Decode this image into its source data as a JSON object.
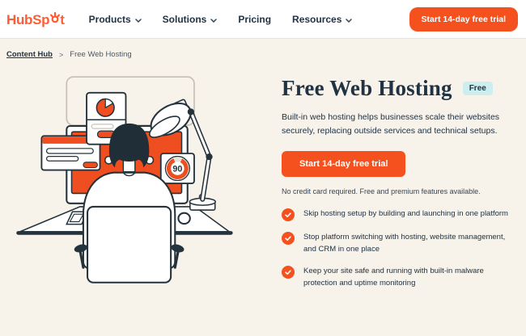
{
  "brand": {
    "name": "HubSpot",
    "logo_prefix": "HubSp",
    "logo_suffix": "t",
    "logo_color": "#ff5c35"
  },
  "nav": {
    "items": [
      {
        "label": "Products",
        "has_dropdown": true
      },
      {
        "label": "Solutions",
        "has_dropdown": true
      },
      {
        "label": "Pricing",
        "has_dropdown": false
      },
      {
        "label": "Resources",
        "has_dropdown": true
      }
    ],
    "cta_label": "Start 14-day free trial"
  },
  "breadcrumb": {
    "parent": "Content Hub",
    "separator": ">",
    "current": "Free Web Hosting"
  },
  "hero": {
    "title": "Free Web Hosting",
    "badge": "Free",
    "description": "Built-in web hosting helps businesses scale their websites securely, replacing outside services and technical setups.",
    "cta_label": "Start 14-day free trial",
    "fine_print": "No credit card required. Free and premium features available.",
    "features": [
      "Skip hosting setup by building and launching in one platform",
      "Stop platform switching with hosting, website management, and CRM in one place",
      "Keep your site safe and running with built-in malware protection and uptime monitoring"
    ]
  },
  "illustration": {
    "description": "person at desk working on monitor with floating app cards and desk lamp",
    "gauge_value": "90"
  },
  "icons": {
    "nav_dropdown": "chevron-down",
    "feature_bullet": "check-circle",
    "logo_mark": "sprocket"
  },
  "colors": {
    "accent": "#f4511f",
    "brand_orange": "#ff5c35",
    "badge_bg": "#cdeef0",
    "dark_text": "#213343",
    "page_bg": "#f7f2ea",
    "header_bg": "#ffffff",
    "illustration_stroke": "#24333c",
    "illustration_orange": "#ef4e20"
  }
}
